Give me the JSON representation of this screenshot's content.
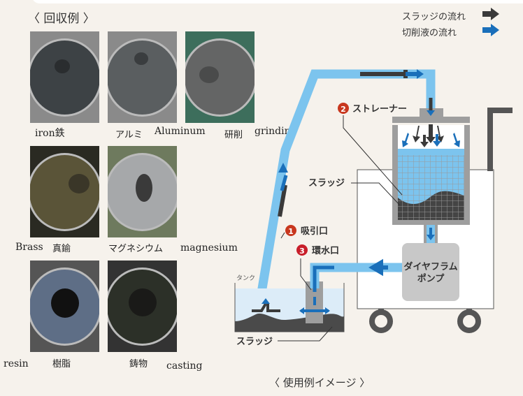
{
  "examples_title": "〈 回収例 〉",
  "examples": [
    {
      "caption_ja": "iron鉄",
      "caption_en": "",
      "color": "#3d4245"
    },
    {
      "caption_ja": "アルミ",
      "caption_en": "Aluminum",
      "color": "#55595b"
    },
    {
      "caption_ja": "研削",
      "caption_en": "grinding",
      "color": "#5e5f5f"
    },
    {
      "caption_ja": "真鍮",
      "caption_en": "Brass",
      "color": "#4e4a33"
    },
    {
      "caption_ja": "マグネシウム",
      "caption_en": "magnesium",
      "color": "#9a9c9e"
    },
    {
      "caption_ja": "樹脂",
      "caption_en": "resin",
      "color": "#5a6a80"
    },
    {
      "caption_ja": "鋳物",
      "caption_en": "casting",
      "color": "#2a2d26"
    }
  ],
  "legend": {
    "sludge_flow": "スラッジの流れ",
    "coolant_flow": "切削液の流れ",
    "sludge_color": "#3a3a3a",
    "coolant_color": "#1a6fba"
  },
  "diagram": {
    "strainer_num": "2",
    "strainer": "ストレーナー",
    "sludge_strainer": "スラッジ",
    "suction_num": "1",
    "suction": "吸引口",
    "return_num": "3",
    "return": "環水口",
    "tank": "タンク",
    "sludge_tank": "スラッジ",
    "pump_line1": "ダイヤフラム",
    "pump_line2": "ポンプ"
  },
  "usage_caption": "〈 使用例イメージ 〉"
}
